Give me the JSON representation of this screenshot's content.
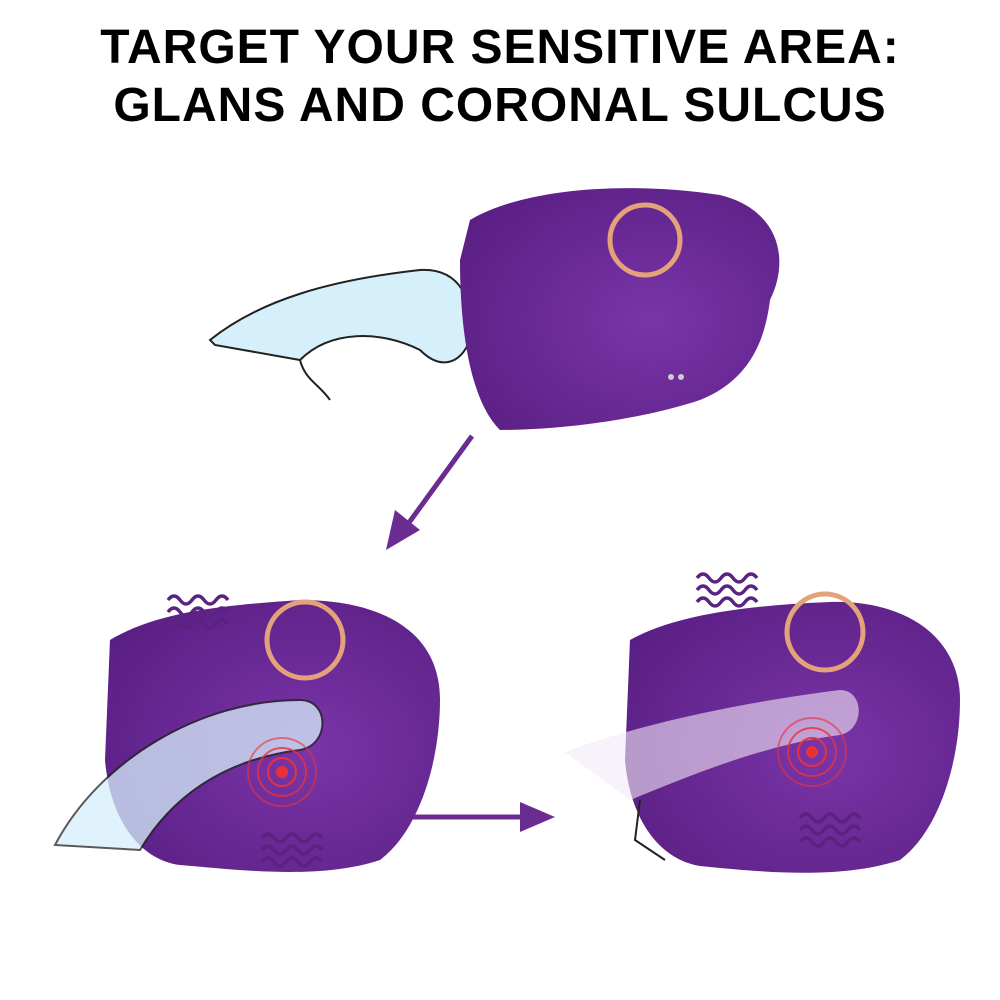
{
  "header": {
    "line1": "TARGET YOUR SENSITIVE AREA:",
    "line2": "GLANS AND CORONAL SULCUS"
  },
  "colors": {
    "device": "#6a2a96",
    "ring": "#e3a27a",
    "arrow": "#6b2c91",
    "tube": "#d6f0fb",
    "pulse": "#e8323a"
  },
  "icons": [
    "device-illustration",
    "arrow-icon",
    "vibration-wave-icon",
    "pulse-target-icon"
  ]
}
